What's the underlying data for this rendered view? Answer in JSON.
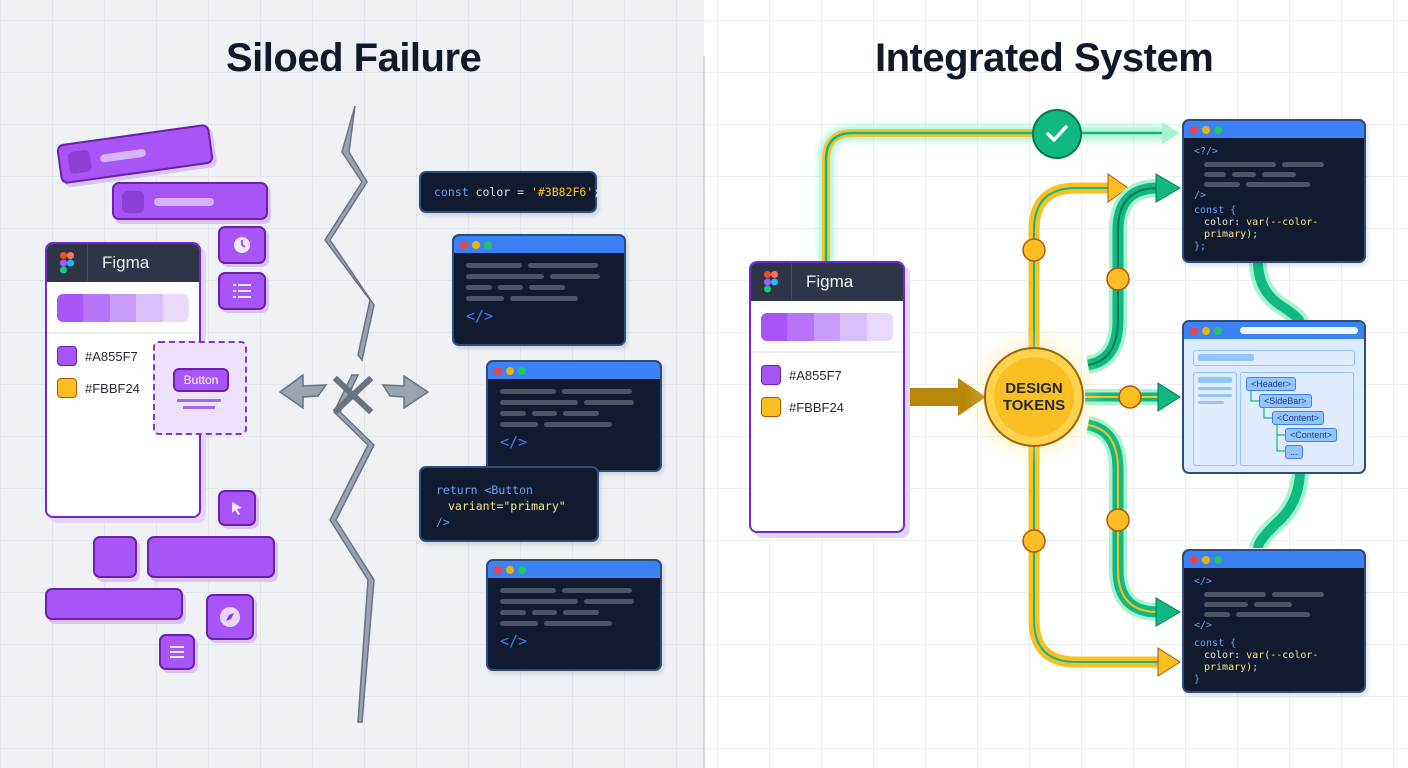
{
  "left_panel": {
    "title": "Siloed Failure",
    "figma_card": {
      "app_name": "Figma",
      "palette": [
        "#A855F7",
        "#B874F8",
        "#C89BFA",
        "#D9BEFC",
        "#E9DAFD"
      ],
      "tokens": [
        {
          "label": "#A855F7",
          "color": "#A855F7"
        },
        {
          "label": "#FBBF24",
          "color": "#FBBF24"
        }
      ]
    },
    "button_component": {
      "label": "Button"
    },
    "floating_icons": [
      "clock-icon",
      "list-icon",
      "cursor-icon",
      "compass-icon",
      "menu-icon"
    ],
    "code_snippet_1": {
      "keyword": "const",
      "text": " color = ",
      "value": "'#3B82F6'",
      "end": ";"
    },
    "code_snippet_2": {
      "keyword": "return",
      "tag": " <Button",
      "attr": "variant=\"primary\"",
      "close": "/>"
    },
    "code_icon": "</>",
    "broken_icon": "x-icon"
  },
  "right_panel": {
    "title": "Integrated System",
    "figma_card": {
      "app_name": "Figma",
      "palette": [
        "#A855F7",
        "#B874F8",
        "#C89BFA",
        "#D9BEFC",
        "#E9DAFD"
      ],
      "tokens": [
        {
          "label": "#A855F7",
          "color": "#A855F7"
        },
        {
          "label": "#FBBF24",
          "color": "#FBBF24"
        }
      ]
    },
    "hub": {
      "line1": "DESIGN",
      "line2": "TOKENS"
    },
    "check_icon": "check-icon",
    "code_window_1": {
      "open": "<?/>",
      "close": "/>",
      "kw": "const {",
      "prop": "color: ",
      "val": "var(--color-primary);",
      "end": "};"
    },
    "code_window_2": {
      "open": "</>",
      "close": "</>",
      "kw": "const {",
      "prop": "color: ",
      "val": "var(--color-primary);",
      "end": "}"
    },
    "layout_window": {
      "tree": [
        "<Header>",
        "<SideBar>",
        "<Content>",
        "<Content>",
        "..."
      ]
    }
  },
  "colors": {
    "purple": "#A855F7",
    "yellow": "#FBBF24",
    "green": "#10B981",
    "blue": "#3B82F6",
    "navy": "#111A2E"
  }
}
